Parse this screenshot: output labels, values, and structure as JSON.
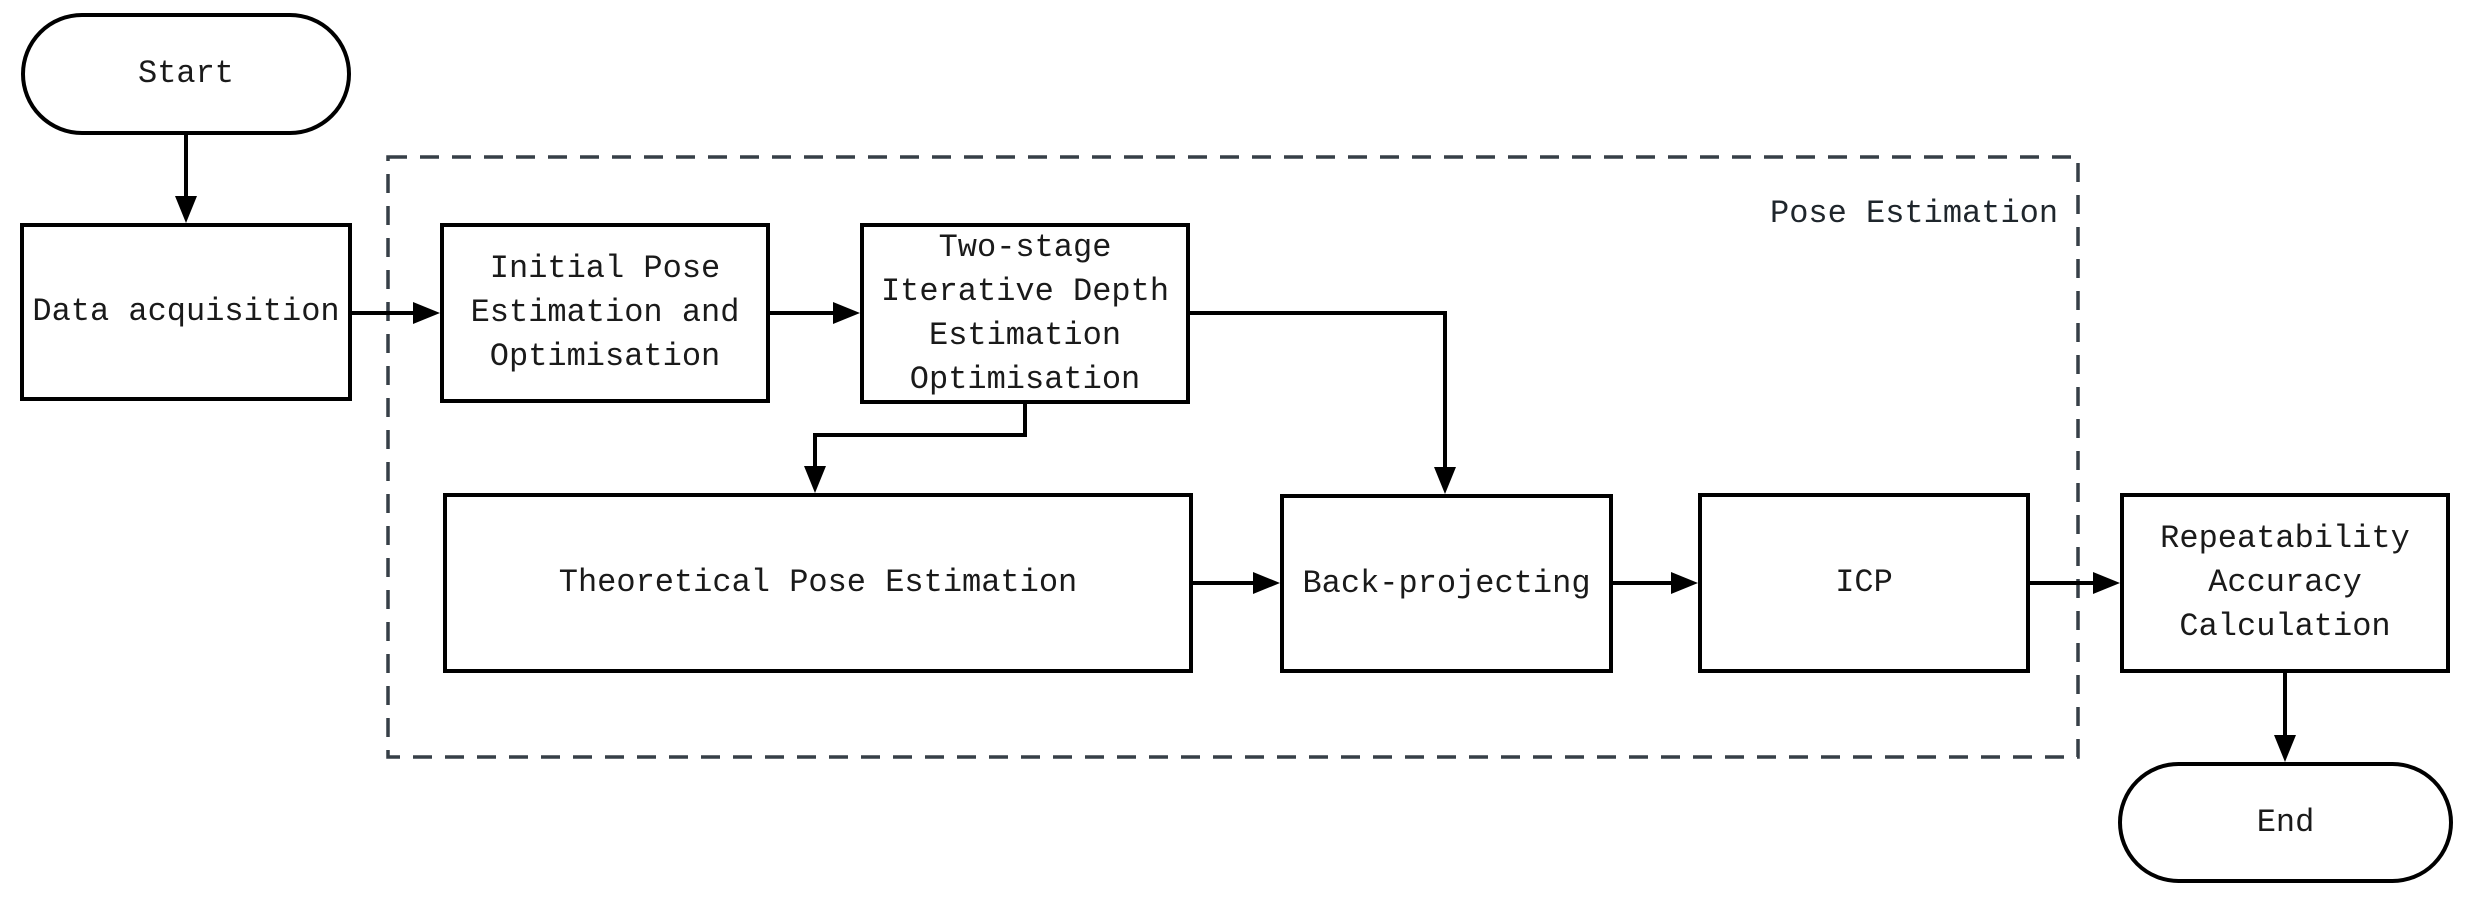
{
  "diagram": {
    "container_label": "Pose Estimation",
    "nodes": {
      "start": {
        "label": "Start",
        "shape": "terminal"
      },
      "data_acquisition": {
        "label": "Data acquisition",
        "shape": "process"
      },
      "initial_pose": {
        "label": "Initial Pose Estimation and Optimisation",
        "shape": "process"
      },
      "two_stage": {
        "label": "Two-stage Iterative Depth Estimation Optimisation",
        "shape": "process"
      },
      "theoretical": {
        "label": "Theoretical Pose Estimation",
        "shape": "process"
      },
      "back_projecting": {
        "label": "Back-projecting",
        "shape": "process"
      },
      "icp": {
        "label": "ICP",
        "shape": "process"
      },
      "repeatability": {
        "label": "Repeatability Accuracy Calculation",
        "shape": "process"
      },
      "end": {
        "label": "End",
        "shape": "terminal"
      }
    },
    "edges": [
      "start -> data_acquisition",
      "data_acquisition -> initial_pose",
      "initial_pose -> two_stage",
      "two_stage -> theoretical",
      "two_stage -> back_projecting",
      "theoretical -> back_projecting",
      "back_projecting -> icp",
      "icp -> repeatability",
      "repeatability -> end"
    ],
    "colors": {
      "line": "#000000",
      "dashed_border": "#363f47",
      "text": "#1a1a1a",
      "background": "#ffffff"
    }
  }
}
